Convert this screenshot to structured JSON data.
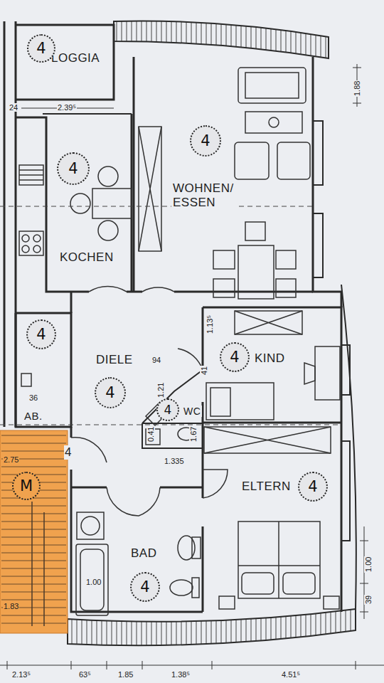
{
  "diagram": {
    "nodes": [
      {
        "text": [
          "LOGGIA"
        ]
      },
      {
        "text": [
          "4"
        ],
        "in": 0
      },
      {
        "text": [
          "WOHNEN/ ESSEN"
        ]
      },
      {
        "text": [
          "4"
        ],
        "in": 2
      },
      {
        "text": [
          "KOCHEN"
        ]
      },
      {
        "text": [
          "4"
        ],
        "in": 4
      },
      {
        "text": [
          "AB."
        ]
      },
      {
        "text": [
          "4"
        ],
        "in": 6
      },
      {
        "text": [
          "DIELE"
        ]
      },
      {
        "text": [
          "4"
        ],
        "in": 8
      },
      {
        "text": [
          "KIND"
        ]
      },
      {
        "text": [
          "4"
        ],
        "in": 10
      },
      {
        "text": [
          "WC"
        ]
      },
      {
        "text": [
          "4"
        ],
        "in": 12
      },
      {
        "text": [
          "ELTERN"
        ]
      },
      {
        "text": [
          "4"
        ],
        "in": 14
      },
      {
        "text": [
          "BAD"
        ]
      },
      {
        "text": [
          "4"
        ],
        "in": 16
      },
      {
        "text": [
          "M"
        ]
      }
    ],
    "labels": [
      "2.39⁵",
      "24",
      "1.13⁵",
      "94",
      "41",
      "1.21",
      "0.41",
      "1.67",
      "1.335",
      "36",
      "2.75",
      "1.83",
      "1.00",
      "1.00",
      "39",
      "1.88",
      "2.13⁵",
      "63⁵",
      "1.85",
      "1.38⁵",
      "4.51⁵",
      "4"
    ]
  }
}
